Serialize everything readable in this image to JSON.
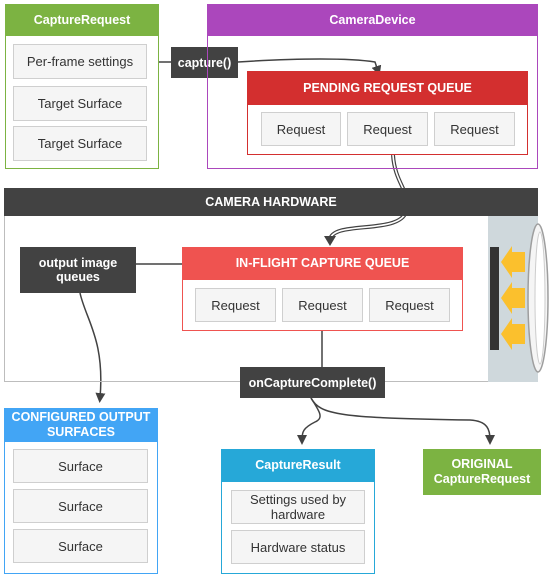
{
  "capture_request": {
    "title": "CaptureRequest",
    "items": [
      "Per-frame settings",
      "Target Surface",
      "Target Surface"
    ],
    "color": "#7cb342"
  },
  "capture_call": "capture()",
  "camera_device": {
    "title": "CameraDevice",
    "color": "#ab47bc",
    "pending_queue": {
      "title": "PENDING REQUEST QUEUE",
      "color": "#d32f2f",
      "items": [
        "Request",
        "Request",
        "Request"
      ]
    }
  },
  "camera_hardware": {
    "title": "CAMERA HARDWARE",
    "output_image_queues": "output image queues",
    "inflight_queue": {
      "title": "IN-FLIGHT CAPTURE QUEUE",
      "color": "#ef5350",
      "items": [
        "Request",
        "Request",
        "Request"
      ]
    }
  },
  "on_capture_complete": "onCaptureComplete()",
  "configured_outputs": {
    "title": "CONFIGURED OUTPUT SURFACES",
    "color": "#42a5f5",
    "items": [
      "Surface",
      "Surface",
      "Surface"
    ]
  },
  "capture_result": {
    "title": "CaptureResult",
    "color": "#26a8d8",
    "items": [
      "Settings used by hardware",
      "Hardware status"
    ]
  },
  "original_request": {
    "title": "ORIGINAL CaptureRequest",
    "color": "#7cb342"
  },
  "colors": {
    "dark": "#424242",
    "arrow": "#424242",
    "lens_arrow": "#fbc02d"
  }
}
